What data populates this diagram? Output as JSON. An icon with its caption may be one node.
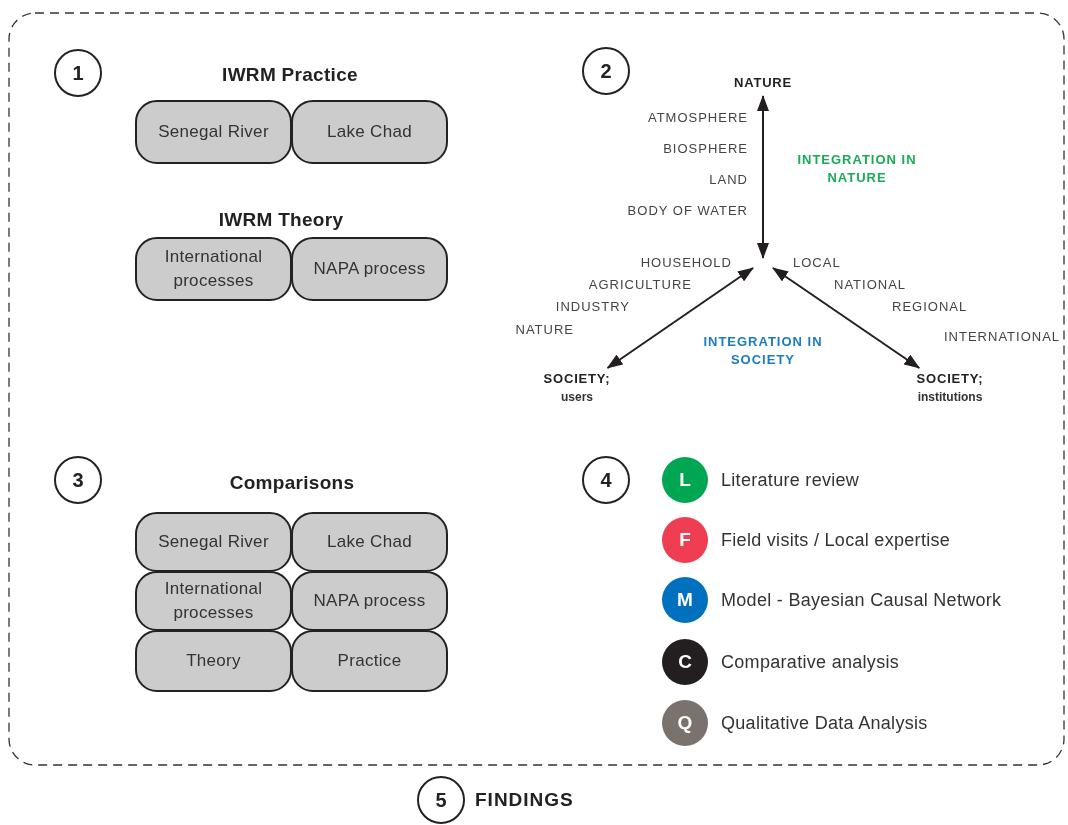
{
  "diagram": {
    "nodes": [
      {
        "text": [
          "1"
        ]
      },
      {
        "text": [
          "Senegal River"
        ]
      },
      {
        "text": [
          "Lake Chad"
        ]
      },
      {
        "text": [
          "International processes"
        ]
      },
      {
        "text": [
          "NAPA process"
        ]
      },
      {
        "text": [
          "2"
        ]
      },
      {
        "text": [
          "NATURE"
        ]
      },
      {
        "text": [
          "SOCIETY;",
          "users"
        ]
      },
      {
        "text": [
          "SOCIETY;",
          "institutions"
        ]
      },
      {
        "text": [
          "3"
        ]
      },
      {
        "text": [
          "Senegal River"
        ]
      },
      {
        "text": [
          "Lake Chad"
        ]
      },
      {
        "text": [
          "International processes"
        ]
      },
      {
        "text": [
          "NAPA process"
        ]
      },
      {
        "text": [
          "Theory"
        ]
      },
      {
        "text": [
          "Practice"
        ]
      },
      {
        "text": [
          "4"
        ]
      },
      {
        "text": [
          "5"
        ],
        "beside": [
          "FINDINGS"
        ]
      },
      {
        "text": [
          "L"
        ],
        "beside": [
          "Literature review"
        ]
      },
      {
        "text": [
          "F"
        ],
        "beside": [
          "Field visits / Local expertise"
        ]
      },
      {
        "text": [
          "M"
        ],
        "beside": [
          "Model - Bayesian Causal Network"
        ]
      },
      {
        "text": [
          "C"
        ],
        "beside": [
          "Comparative analysis"
        ]
      },
      {
        "text": [
          "Q"
        ],
        "beside": [
          "Qualitative Data Analysis"
        ]
      }
    ],
    "edges": [
      {
        "from": null,
        "to": 6,
        "arrow": "both"
      },
      {
        "from": null,
        "to": 7,
        "arrow": "both"
      },
      {
        "from": null,
        "to": 8,
        "arrow": "both"
      }
    ],
    "labels": [
      "IWRM Practice",
      "IWRM Theory",
      "ATMOSPHERE",
      "BIOSPHERE",
      "LAND",
      "BODY OF WATER",
      "INTEGRATION IN NATURE",
      "HOUSEHOLD",
      "LOCAL",
      "AGRICULTURE",
      "NATIONAL",
      "INDUSTRY",
      "REGIONAL",
      "NATURE",
      "INTERNATIONAL",
      "INTEGRATION IN SOCIETY",
      "Comparisons"
    ]
  }
}
